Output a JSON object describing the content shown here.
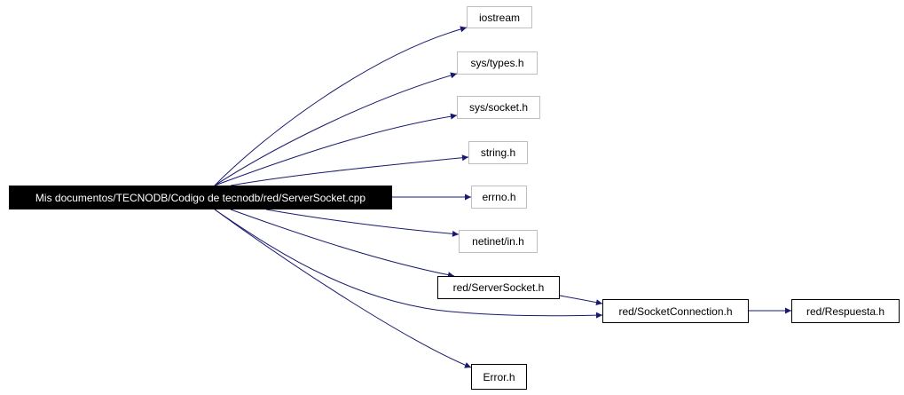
{
  "diagram": {
    "nodes": [
      {
        "id": "root",
        "label": "Mis documentos/TECNODB/Codigo de tecnodb/red/ServerSocket.cpp",
        "kind": "root"
      },
      {
        "id": "iostream",
        "label": "iostream",
        "kind": "external"
      },
      {
        "id": "sys_types",
        "label": "sys/types.h",
        "kind": "external"
      },
      {
        "id": "sys_socket",
        "label": "sys/socket.h",
        "kind": "external"
      },
      {
        "id": "string_h",
        "label": "string.h",
        "kind": "external"
      },
      {
        "id": "errno_h",
        "label": "errno.h",
        "kind": "external"
      },
      {
        "id": "netinet_in",
        "label": "netinet/in.h",
        "kind": "external"
      },
      {
        "id": "red_serversocket",
        "label": "red/ServerSocket.h",
        "kind": "documented"
      },
      {
        "id": "red_socketconnection",
        "label": "red/SocketConnection.h",
        "kind": "documented"
      },
      {
        "id": "red_respuesta",
        "label": "red/Respuesta.h",
        "kind": "documented"
      },
      {
        "id": "error_h",
        "label": "Error.h",
        "kind": "documented"
      }
    ],
    "edges": [
      {
        "from": "root",
        "to": "iostream"
      },
      {
        "from": "root",
        "to": "sys_types"
      },
      {
        "from": "root",
        "to": "sys_socket"
      },
      {
        "from": "root",
        "to": "string_h"
      },
      {
        "from": "root",
        "to": "errno_h"
      },
      {
        "from": "root",
        "to": "netinet_in"
      },
      {
        "from": "root",
        "to": "red_serversocket"
      },
      {
        "from": "root",
        "to": "red_socketconnection"
      },
      {
        "from": "root",
        "to": "error_h"
      },
      {
        "from": "red_serversocket",
        "to": "red_socketconnection"
      },
      {
        "from": "red_socketconnection",
        "to": "red_respuesta"
      }
    ],
    "colors": {
      "edge": "#191970",
      "external_border": "#bfbfbf",
      "documented_border": "#000000",
      "root_fill": "#000000",
      "root_text": "#ffffff"
    }
  }
}
